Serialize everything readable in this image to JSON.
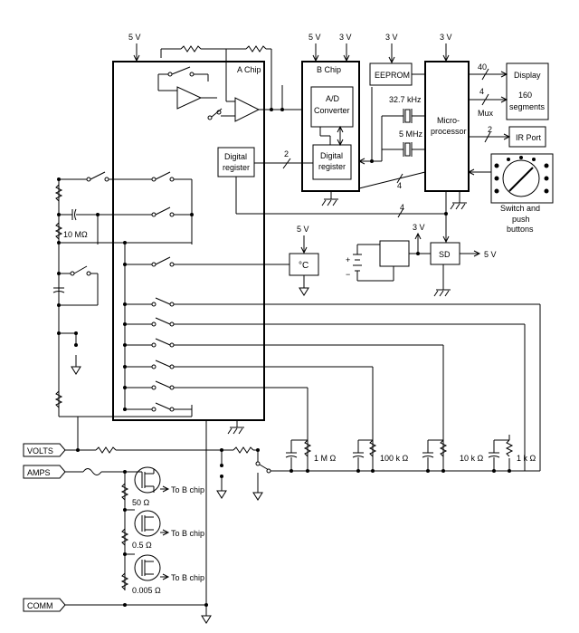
{
  "supplies": {
    "chip_a_5v": "5 V",
    "chip_b_5v": "5 V",
    "chip_b_3v": "3 V",
    "eeprom_3v": "3 V",
    "micro_3v": "3 V",
    "temp_5v": "5 V",
    "sd_3v": "3 V",
    "sd_out_5v": "5 V"
  },
  "chip_a": {
    "label": "A Chip"
  },
  "chip_b": {
    "label": "B Chip",
    "adc_line1": "A/D",
    "adc_line2": "Converter",
    "reg_line1": "Digital",
    "reg_line2": "register"
  },
  "chip_a_register": {
    "line1": "Digital",
    "line2": "register"
  },
  "eeprom": {
    "label": "EEPROM"
  },
  "crystals": {
    "crystal1": "32.7 kHz",
    "crystal2": "5 MHz"
  },
  "microprocessor": {
    "line1": "Micro-",
    "line2": "processor"
  },
  "display": {
    "line1": "Display",
    "line2": "160",
    "line3": "segments",
    "bus_width": "40",
    "mux_width": "4",
    "mux_label": "Mux"
  },
  "ir_port": {
    "label": "IR Port",
    "bus_width": "2"
  },
  "switch_buttons": {
    "line1": "Switch and",
    "line2": "push",
    "line3": "buttons"
  },
  "bus_widths": {
    "a_to_b": "2",
    "register_to_micro": "4",
    "chip_a_bus": "4"
  },
  "temperature": {
    "label": "°C"
  },
  "sd_block": {
    "label": "SD"
  },
  "resistors": {
    "input_10m": "10 MΩ",
    "r_1m": "1 M Ω",
    "r_100k": "100 k Ω",
    "r_10k": "10 k Ω",
    "r_1k": "1 k Ω"
  },
  "shunts": {
    "r_50": "50 Ω",
    "r_05": "0.5 Ω",
    "r_0005": "0.005 Ω"
  },
  "mosfets": {
    "to_b_chip_1": "To B chip",
    "to_b_chip_2": "To B chip",
    "to_b_chip_3": "To B chip"
  },
  "terminals": {
    "volts": "VOLTS",
    "amps": "AMPS",
    "comm": "COMM"
  }
}
